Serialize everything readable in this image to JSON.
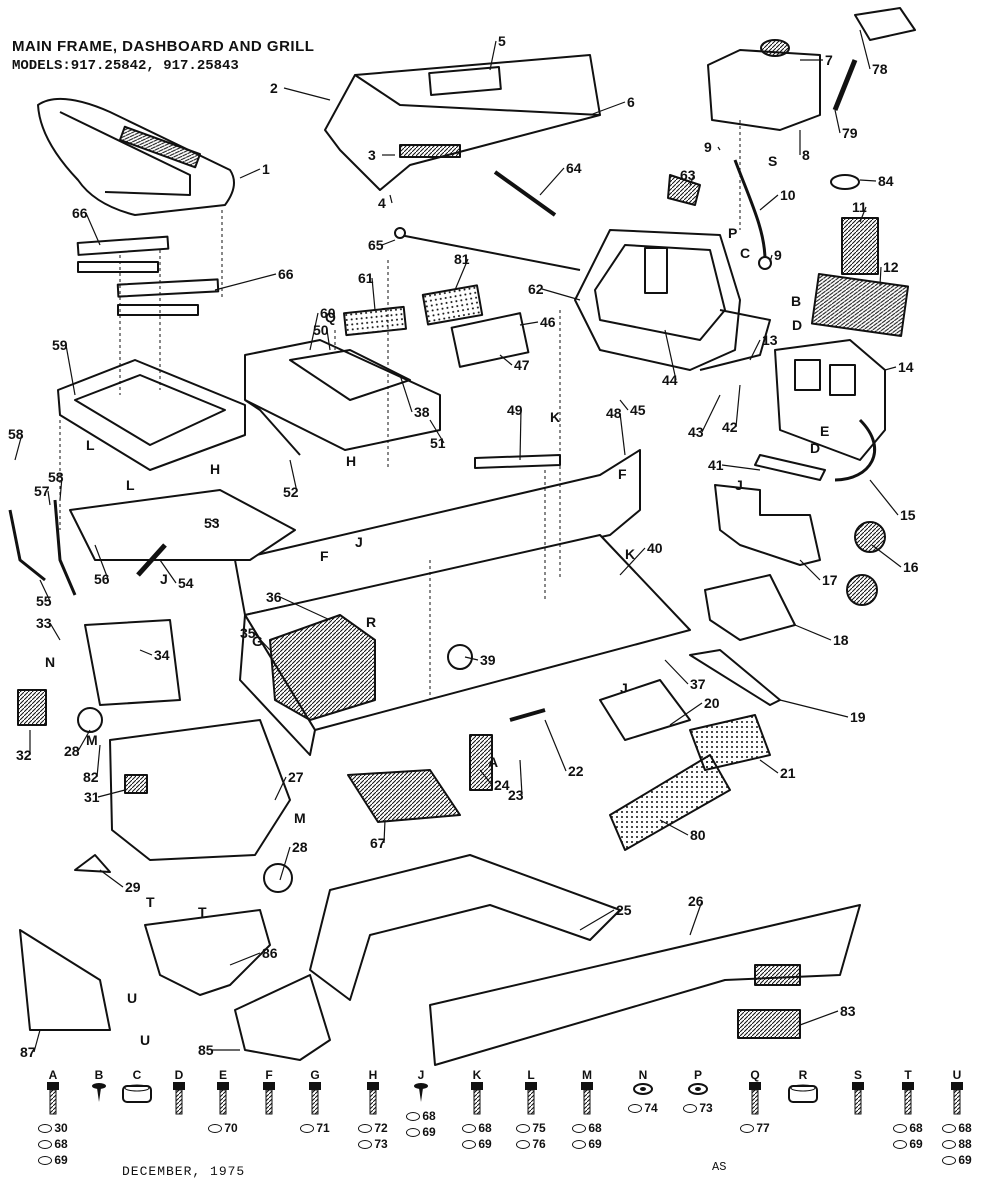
{
  "title": "MAIN FRAME, DASHBOARD AND GRILL",
  "subtitle": "MODELS:917.25842, 917.25843",
  "date": "DECEMBER, 1975",
  "page_code": "AS",
  "callouts": [
    {
      "n": "1"
    },
    {
      "n": "2"
    },
    {
      "n": "3"
    },
    {
      "n": "4"
    },
    {
      "n": "5"
    },
    {
      "n": "6"
    },
    {
      "n": "7"
    },
    {
      "n": "8"
    },
    {
      "n": "9"
    },
    {
      "n": "9"
    },
    {
      "n": "10"
    },
    {
      "n": "11"
    },
    {
      "n": "12"
    },
    {
      "n": "13"
    },
    {
      "n": "14"
    },
    {
      "n": "15"
    },
    {
      "n": "16"
    },
    {
      "n": "17"
    },
    {
      "n": "18"
    },
    {
      "n": "19"
    },
    {
      "n": "20"
    },
    {
      "n": "21"
    },
    {
      "n": "22"
    },
    {
      "n": "23"
    },
    {
      "n": "24"
    },
    {
      "n": "25"
    },
    {
      "n": "26"
    },
    {
      "n": "27"
    },
    {
      "n": "28"
    },
    {
      "n": "28"
    },
    {
      "n": "29"
    },
    {
      "n": "31"
    },
    {
      "n": "32"
    },
    {
      "n": "33"
    },
    {
      "n": "34"
    },
    {
      "n": "35"
    },
    {
      "n": "36"
    },
    {
      "n": "37"
    },
    {
      "n": "38"
    },
    {
      "n": "39"
    },
    {
      "n": "40"
    },
    {
      "n": "41"
    },
    {
      "n": "42"
    },
    {
      "n": "43"
    },
    {
      "n": "44"
    },
    {
      "n": "45"
    },
    {
      "n": "46"
    },
    {
      "n": "47"
    },
    {
      "n": "48"
    },
    {
      "n": "49"
    },
    {
      "n": "50"
    },
    {
      "n": "51"
    },
    {
      "n": "52"
    },
    {
      "n": "53"
    },
    {
      "n": "54"
    },
    {
      "n": "55"
    },
    {
      "n": "56"
    },
    {
      "n": "57"
    },
    {
      "n": "58"
    },
    {
      "n": "58"
    },
    {
      "n": "59"
    },
    {
      "n": "60"
    },
    {
      "n": "61"
    },
    {
      "n": "62"
    },
    {
      "n": "63"
    },
    {
      "n": "64"
    },
    {
      "n": "65"
    },
    {
      "n": "66"
    },
    {
      "n": "66"
    },
    {
      "n": "67"
    },
    {
      "n": "78"
    },
    {
      "n": "79"
    },
    {
      "n": "80"
    },
    {
      "n": "81"
    },
    {
      "n": "82"
    },
    {
      "n": "83"
    },
    {
      "n": "84"
    },
    {
      "n": "85"
    },
    {
      "n": "86"
    },
    {
      "n": "87"
    },
    {
      "n": "S"
    },
    {
      "n": "P"
    },
    {
      "n": "C"
    },
    {
      "n": "B"
    },
    {
      "n": "D"
    },
    {
      "n": "D"
    },
    {
      "n": "E"
    },
    {
      "n": "H"
    },
    {
      "n": "J"
    },
    {
      "n": "K"
    },
    {
      "n": "K"
    },
    {
      "n": "F"
    },
    {
      "n": "F"
    },
    {
      "n": "L"
    },
    {
      "n": "L"
    },
    {
      "n": "H"
    },
    {
      "n": "Q"
    },
    {
      "n": "G"
    },
    {
      "n": "R"
    },
    {
      "n": "N"
    },
    {
      "n": "M"
    },
    {
      "n": "M"
    },
    {
      "n": "T"
    },
    {
      "n": "T"
    },
    {
      "n": "U"
    },
    {
      "n": "U"
    },
    {
      "n": "A"
    },
    {
      "n": "J"
    },
    {
      "n": "J"
    },
    {
      "n": "J"
    }
  ],
  "hardware": [
    {
      "letter": "A",
      "icon": "bolt-icon",
      "subs": [
        "30",
        "68",
        "69"
      ]
    },
    {
      "letter": "B",
      "icon": "screw-icon",
      "subs": []
    },
    {
      "letter": "C",
      "icon": "nut-icon",
      "subs": []
    },
    {
      "letter": "D",
      "icon": "bolt-icon",
      "subs": []
    },
    {
      "letter": "E",
      "icon": "bolt-icon",
      "subs": [
        "70"
      ]
    },
    {
      "letter": "F",
      "icon": "bolt-icon",
      "subs": []
    },
    {
      "letter": "G",
      "icon": "bolt-icon",
      "subs": [
        "71"
      ]
    },
    {
      "letter": "H",
      "icon": "bolt-icon",
      "subs": [
        "72",
        "73"
      ]
    },
    {
      "letter": "J",
      "icon": "screw-icon",
      "subs": [
        "68",
        "69"
      ]
    },
    {
      "letter": "K",
      "icon": "bolt-icon",
      "subs": [
        "68",
        "69"
      ]
    },
    {
      "letter": "L",
      "icon": "bolt-icon",
      "subs": [
        "75",
        "76"
      ]
    },
    {
      "letter": "M",
      "icon": "bolt-icon",
      "subs": [
        "68",
        "69"
      ]
    },
    {
      "letter": "N",
      "icon": "washer-icon",
      "subs": [
        "74"
      ]
    },
    {
      "letter": "P",
      "icon": "washer-icon",
      "subs": [
        "73"
      ]
    },
    {
      "letter": "Q",
      "icon": "bolt-icon",
      "subs": [
        "77"
      ]
    },
    {
      "letter": "R",
      "icon": "nut-icon",
      "subs": []
    },
    {
      "letter": "S",
      "icon": "bolt-icon",
      "subs": []
    },
    {
      "letter": "T",
      "icon": "bolt-icon",
      "subs": [
        "68",
        "69"
      ]
    },
    {
      "letter": "U",
      "icon": "bolt-icon",
      "subs": [
        "68",
        "88",
        "69"
      ]
    }
  ]
}
